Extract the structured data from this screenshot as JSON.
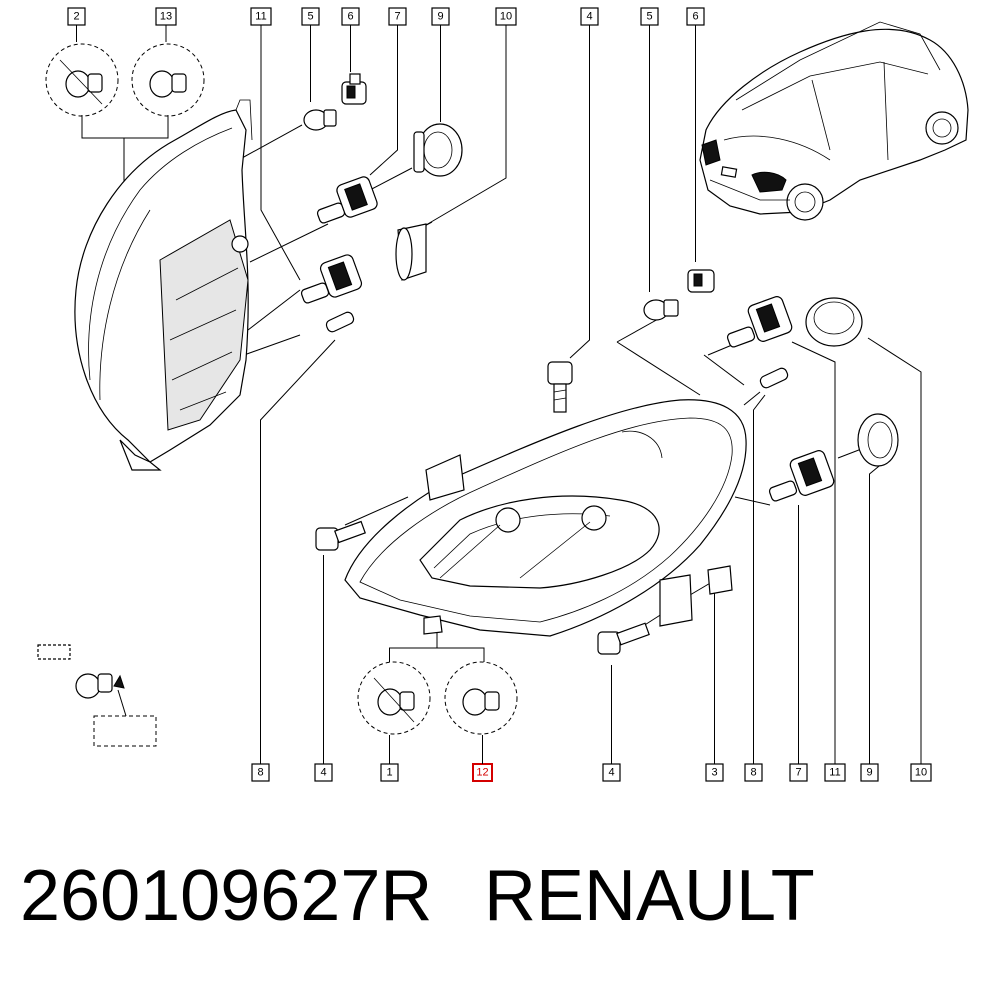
{
  "callouts": {
    "top": [
      "2",
      "13",
      "11",
      "5",
      "6",
      "7",
      "9",
      "10",
      "4",
      "5",
      "6"
    ],
    "bottom": [
      "8",
      "4",
      "1",
      "12",
      "4",
      "3",
      "8",
      "7",
      "11",
      "9",
      "10"
    ],
    "highlighted": "12"
  },
  "footer": {
    "part_number": "260109627R",
    "brand": "RENAULT"
  },
  "colors": {
    "highlight": "#d40000",
    "line": "#000000",
    "background": "#ffffff"
  }
}
